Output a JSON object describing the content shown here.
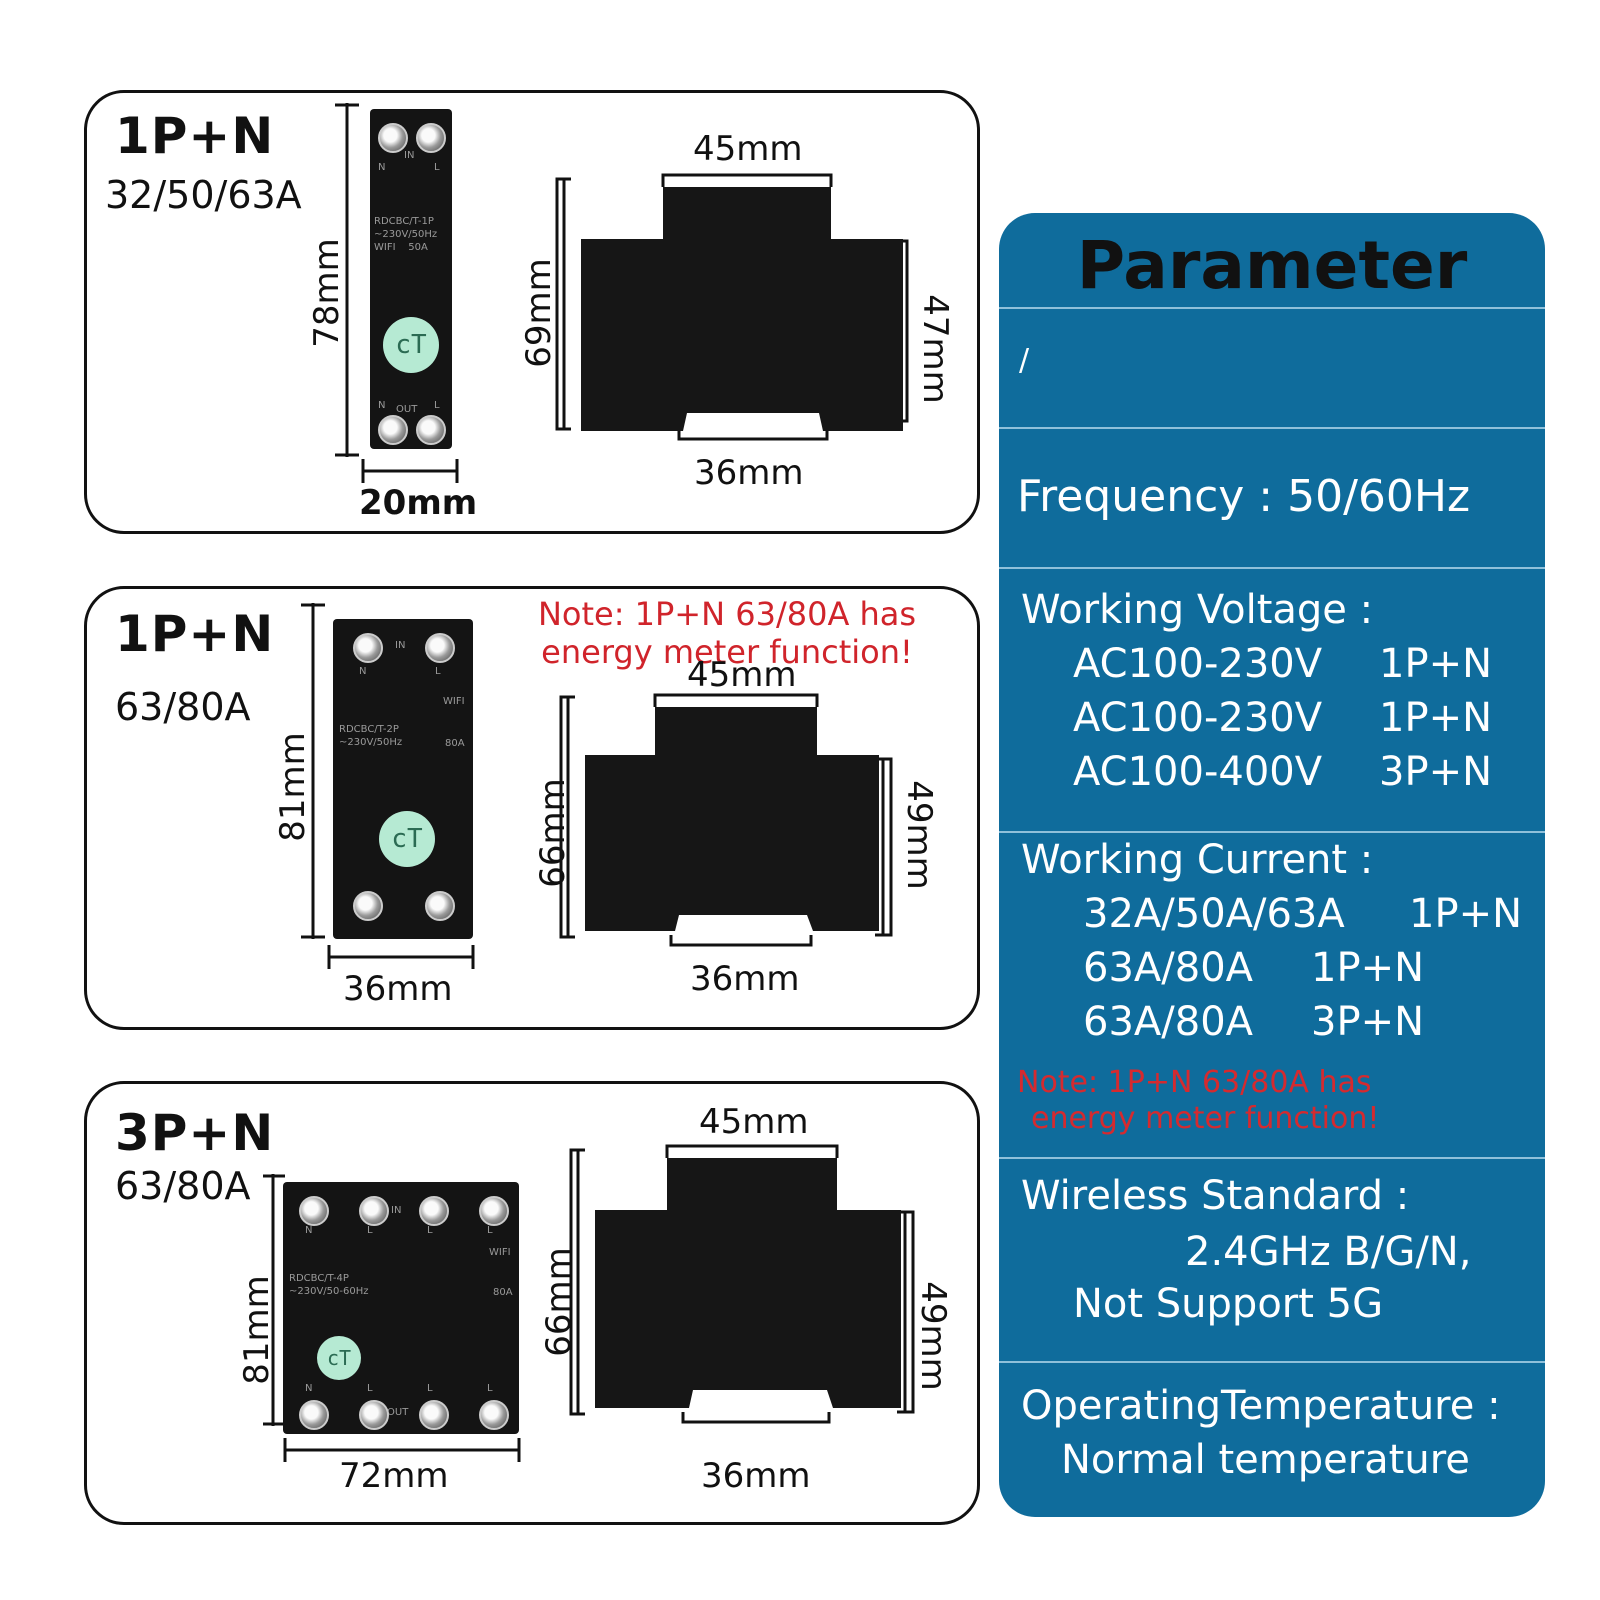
{
  "models": [
    {
      "title": "1P+N",
      "rating": "32/50/63A",
      "front_dims": {
        "height": "78mm",
        "width": "20mm"
      },
      "side_dims": {
        "top": "45mm",
        "height": "69mm",
        "right": "47mm",
        "bottom": "36mm"
      },
      "device": {
        "lines": "RDCBC/T-1P\n~230V/50Hz\nWIFI    50A",
        "in": "IN",
        "out": "OUT",
        "n": "N",
        "l": "L"
      }
    },
    {
      "title": "1P+N",
      "rating": "63/80A",
      "note_line1": "Note:  1P+N  63/80A  has",
      "note_line2": "energy meter function!",
      "front_dims": {
        "height": "81mm",
        "width": "36mm"
      },
      "side_dims": {
        "top": "45mm",
        "height": "66mm",
        "right": "49mm",
        "bottom": "36mm"
      },
      "device": {
        "lines": "RDCBC/T-2P\n~230V/50Hz",
        "amps": "80A",
        "wifi": "WIFI",
        "in": "IN",
        "n": "N",
        "l": "L"
      }
    },
    {
      "title": "3P+N",
      "rating": "63/80A",
      "front_dims": {
        "height": "81mm",
        "width": "72mm"
      },
      "side_dims": {
        "top": "45mm",
        "height": "66mm",
        "right": "49mm",
        "bottom": "36mm"
      },
      "device": {
        "lines": "RDCBC/T-4P\n~230V/50-60Hz",
        "amps": "80A",
        "wifi": "WIFI",
        "in": "IN",
        "out": "OUT",
        "n": "N",
        "l": "L"
      }
    }
  ],
  "logo_text": "cT",
  "parameter": {
    "title": "Parameter",
    "blank_mark": "/",
    "frequency": "Frequency : 50/60Hz",
    "voltage_label": "Working Voltage :",
    "voltage_rows": [
      {
        "value": "AC100-230V",
        "type": "1P+N"
      },
      {
        "value": "AC100-230V",
        "type": "1P+N"
      },
      {
        "value": "AC100-400V",
        "type": "3P+N"
      }
    ],
    "current_label": "Working Current :",
    "current_rows": [
      {
        "value": "32A/50A/63A",
        "type": "1P+N"
      },
      {
        "value": "63A/80A",
        "type": "1P+N"
      },
      {
        "value": "63A/80A",
        "type": "3P+N"
      }
    ],
    "current_note_line1": "Note:  1P+N  63/80A  has",
    "current_note_line2": "energy meter function!",
    "wireless_label": "Wireless Standard :",
    "wireless_line1": "2.4GHz B/G/N,",
    "wireless_line2": "Not Support 5G",
    "temp_label": "OperatingTemperature :",
    "temp_value": "Normal temperature"
  },
  "colors": {
    "panel_blue": "#0f6c9c",
    "note_red": "#d0242b",
    "logo_green": "#b6ead3"
  }
}
